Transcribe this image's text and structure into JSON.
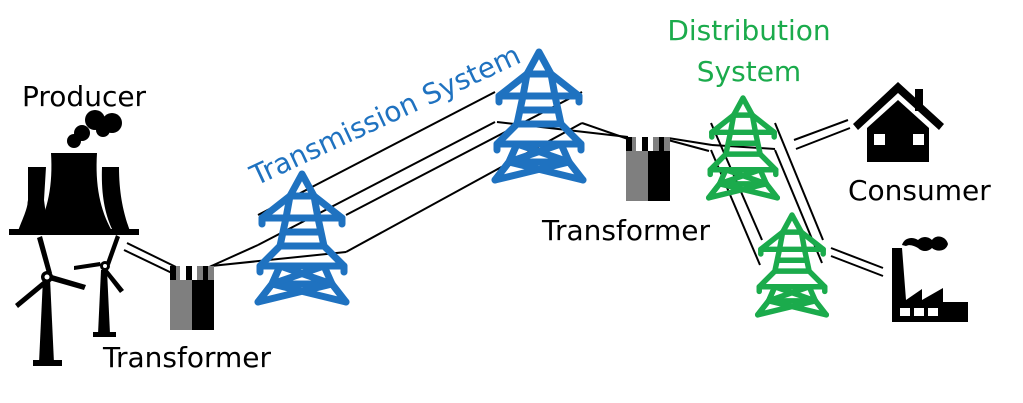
{
  "colors": {
    "transmission": "#1f72c0",
    "distribution": "#1bab4c",
    "icon": "#000000",
    "transformer_light": "#7f7f7f",
    "transformer_dark": "#000000",
    "background": "#ffffff"
  },
  "labels": {
    "producer": "Producer",
    "transformer_left": "Transformer",
    "transmission_system": "Transmission System",
    "transformer_right": "Transformer",
    "distribution_line1": "Distribution",
    "distribution_line2": "System",
    "consumer": "Consumer"
  },
  "nodes": [
    {
      "id": "producer",
      "icon": "cooling-tower-icon",
      "label": "Producer"
    },
    {
      "id": "wind",
      "icon": "wind-turbine-icon"
    },
    {
      "id": "transformer-1",
      "icon": "transformer-icon",
      "label": "Transformer"
    },
    {
      "id": "transmission-tower-1",
      "icon": "transmission-tower-icon",
      "system": "Transmission System"
    },
    {
      "id": "transmission-tower-2",
      "icon": "transmission-tower-icon",
      "system": "Transmission System"
    },
    {
      "id": "transformer-2",
      "icon": "transformer-icon",
      "label": "Transformer"
    },
    {
      "id": "distribution-tower-1",
      "icon": "distribution-tower-icon",
      "system": "Distribution System"
    },
    {
      "id": "distribution-tower-2",
      "icon": "distribution-tower-icon",
      "system": "Distribution System"
    },
    {
      "id": "house",
      "icon": "house-icon",
      "label": "Consumer"
    },
    {
      "id": "factory",
      "icon": "factory-icon"
    }
  ],
  "edges": [
    {
      "from": "producer",
      "to": "transformer-1"
    },
    {
      "from": "transformer-1",
      "to": "transmission-tower-1"
    },
    {
      "from": "transmission-tower-1",
      "to": "transmission-tower-2"
    },
    {
      "from": "transmission-tower-2",
      "to": "transformer-2"
    },
    {
      "from": "transformer-2",
      "to": "distribution-tower-1"
    },
    {
      "from": "distribution-tower-1",
      "to": "distribution-tower-2"
    },
    {
      "from": "distribution-tower-1",
      "to": "house"
    },
    {
      "from": "distribution-tower-2",
      "to": "factory"
    }
  ]
}
